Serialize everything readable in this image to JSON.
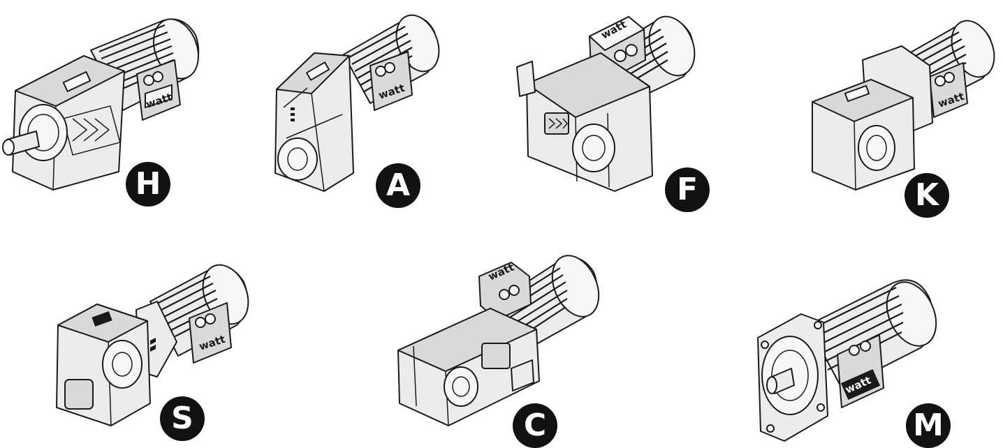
{
  "products": [
    {
      "id": "H",
      "label": "H",
      "icon": "helical-gear-motor-icon",
      "brand": "watt"
    },
    {
      "id": "A",
      "label": "A",
      "icon": "parallel-shaft-gear-motor-icon",
      "brand": "watt"
    },
    {
      "id": "F",
      "label": "F",
      "icon": "flat-gear-motor-icon",
      "brand": "watt"
    },
    {
      "id": "K",
      "label": "K",
      "icon": "bevel-gear-motor-icon",
      "brand": "watt"
    },
    {
      "id": "S",
      "label": "S",
      "icon": "worm-gear-motor-icon",
      "brand": "watt"
    },
    {
      "id": "C",
      "label": "C",
      "icon": "helical-bevel-gear-motor-icon",
      "brand": "watt"
    },
    {
      "id": "M",
      "label": "M",
      "icon": "electric-motor-icon",
      "brand": "watt"
    }
  ],
  "colors": {
    "badge_bg": "#111111",
    "badge_text": "#ffffff",
    "line": "#1a1a1a",
    "metal": "#ececec"
  }
}
